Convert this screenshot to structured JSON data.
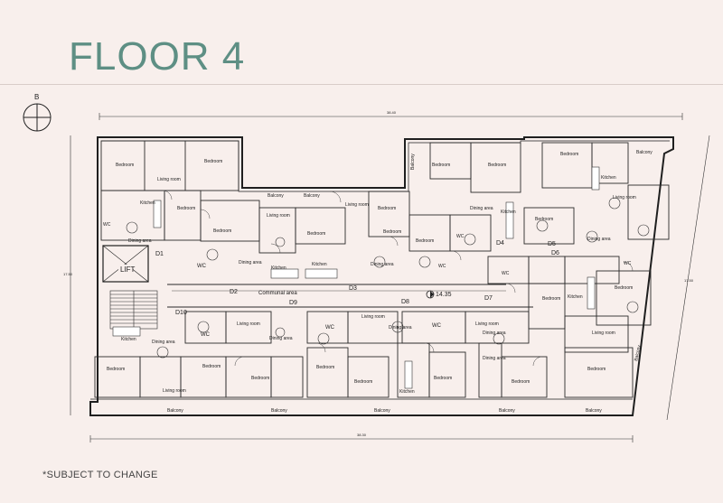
{
  "header": {
    "title": "FLOOR 4"
  },
  "footer": {
    "note": "*SUBJECT TO CHANGE"
  },
  "compass": {
    "label": "B"
  },
  "dimensions": {
    "top": "38.40",
    "bottom": "38.30",
    "left": "17.50",
    "right": "17.50"
  },
  "spot_level": "14.35",
  "lift_label": "LIFT",
  "corridor_label": "Communal area",
  "doors": [
    "D1",
    "D2",
    "D3",
    "D4",
    "D5",
    "D6",
    "D7",
    "D8",
    "D9",
    "D10"
  ],
  "rooms": {
    "balcony": "Balcony",
    "bedroom": "Bedroom",
    "living": "Living room",
    "kitchen": "Kitchen",
    "dining": "Dining area",
    "wc": "WC"
  },
  "colors": {
    "accent": "#5e8f84",
    "line": "#1f1f1f",
    "background": "#f8efec"
  }
}
